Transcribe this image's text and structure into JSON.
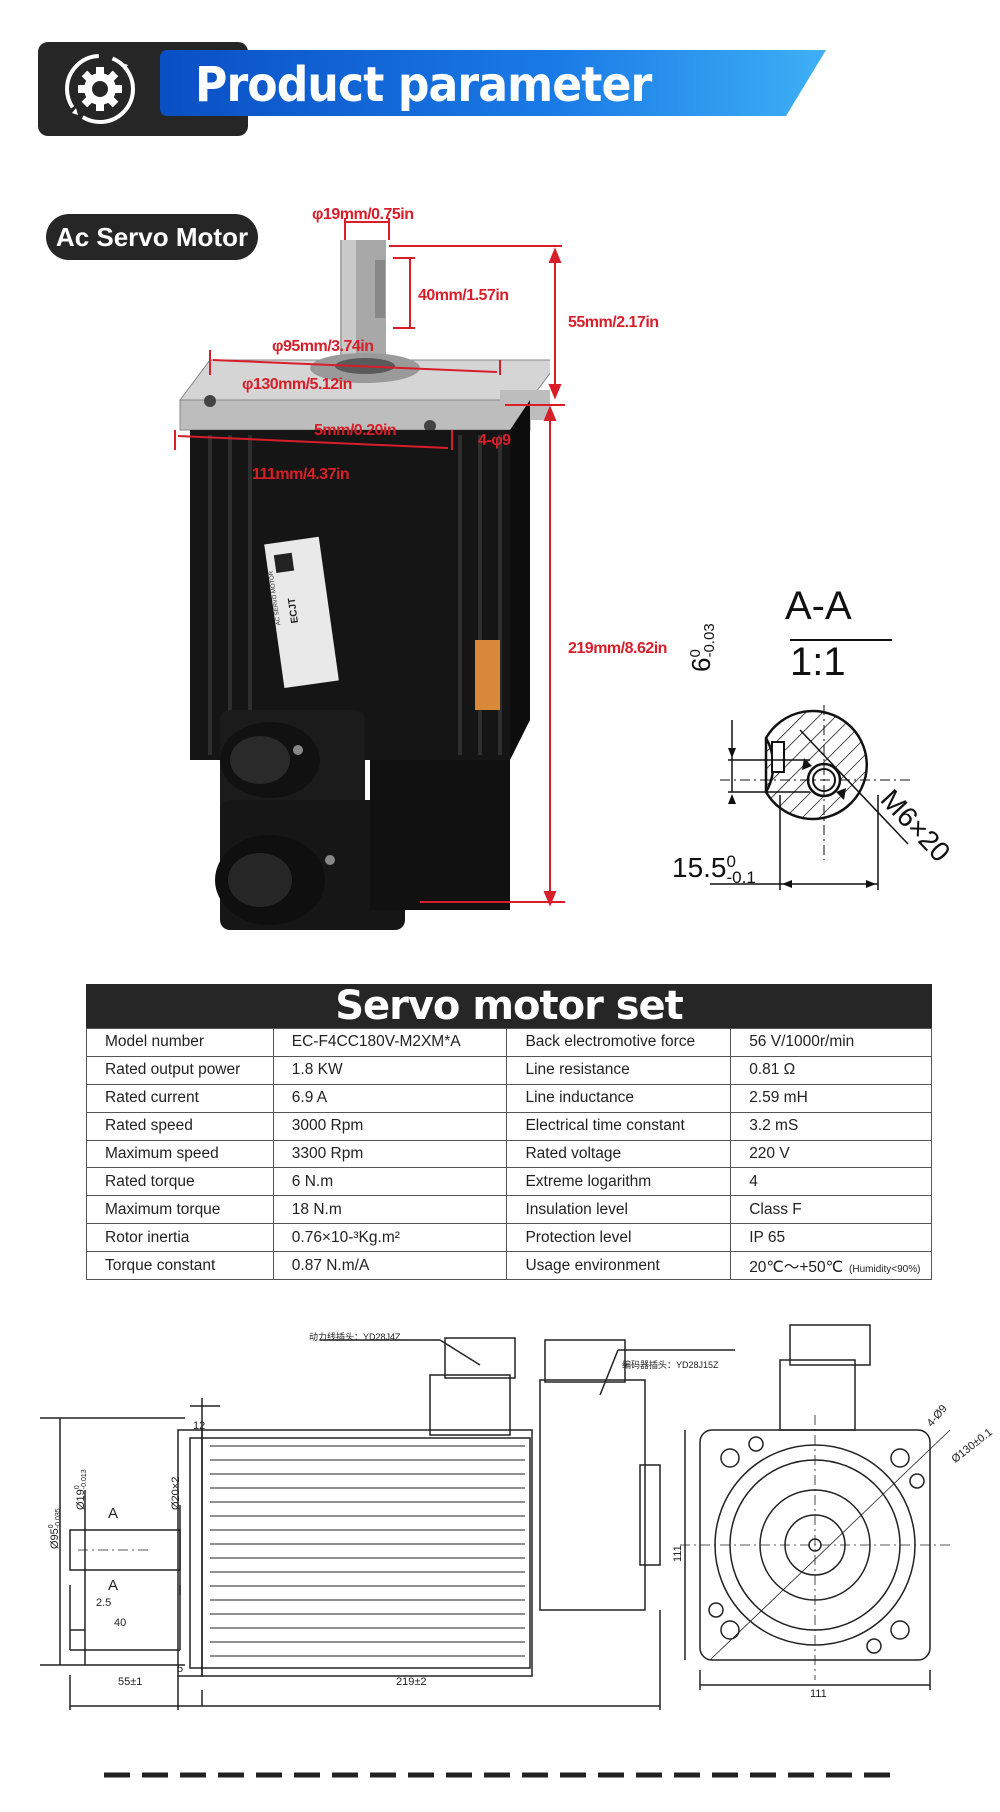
{
  "header": {
    "title": "Product parameter",
    "icon": "gear-refresh-icon"
  },
  "badge": {
    "label": "Ac Servo Motor"
  },
  "motor_dims": {
    "shaft_dia": "φ19mm/0.75in",
    "key_len": "40mm/1.57in",
    "shaft_len": "55mm/2.17in",
    "spigot_dia": "φ95mm/3.74in",
    "pcd": "φ130mm/5.12in",
    "spigot_depth": "5mm/0.20in",
    "holes": "4-φ9",
    "flange": "111mm/4.37in",
    "body_len": "219mm/8.62in"
  },
  "nameplate": {
    "brand": "ECJT",
    "text": "AC SERVO MOTOR"
  },
  "section": {
    "title": "A-A",
    "scale": "1:1",
    "key_depth": "6",
    "key_tol_upper": "0",
    "key_tol_lower": "-0.03",
    "key_height": "15.5",
    "key_height_tol_upper": "0",
    "key_height_tol_lower": "-0.1",
    "thread": "M6×20"
  },
  "table": {
    "title": "Servo motor set",
    "rows": [
      [
        "Model number",
        "EC-F4CC180V-M2XM*A",
        "Back electromotive force",
        "56 V/1000r/min"
      ],
      [
        "Rated output power",
        "1.8 KW",
        "Line resistance",
        "0.81 Ω"
      ],
      [
        "Rated current",
        "6.9 A",
        "Line inductance",
        "2.59 mH"
      ],
      [
        "Rated speed",
        "3000 Rpm",
        "Electrical time constant",
        "3.2 mS"
      ],
      [
        "Maximum speed",
        "3300 Rpm",
        "Rated voltage",
        "220 V"
      ],
      [
        "Rated torque",
        "6 N.m",
        "Extreme logarithm",
        "4"
      ],
      [
        "Maximum torque",
        "18 N.m",
        "Insulation level",
        "Class F"
      ],
      [
        "Rotor inertia",
        "0.76×10-³Kg.m²",
        "Protection level",
        "IP 65"
      ],
      [
        "Torque constant",
        "0.87 N.m/A",
        "Usage environment",
        "20℃～+50℃"
      ]
    ],
    "humidity_note": "(Humidity<90%)"
  },
  "drawing": {
    "power_plug": "动力线插头：YD28J4Z",
    "encoder_plug": "编码器插头：YD28J15Z",
    "d12": "12",
    "d5": "5",
    "shaft": "Ø19",
    "shaft_tol_upper": "0",
    "shaft_tol_lower": "-0.013",
    "spigot": "Ø95",
    "spigot_tol_upper": "0",
    "spigot_tol_lower": "-0.035",
    "d20": "Ø20×2",
    "section_mark": "A",
    "d25": "2.5",
    "d40": "40",
    "shaft_len": "55±1",
    "body_len": "219±2",
    "flange_h": "111",
    "flange_w": "111",
    "holes": "4-Ø9",
    "pcd": "Ø130±0.1"
  }
}
